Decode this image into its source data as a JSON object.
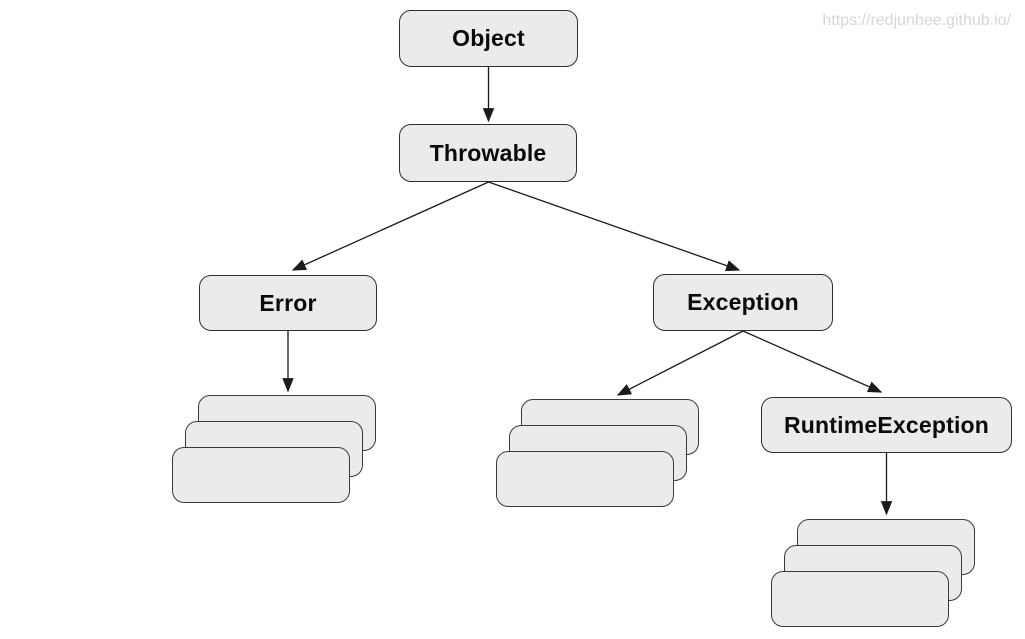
{
  "watermark": {
    "text": "https://redjunhee.github.io/"
  },
  "diagram": {
    "type": "class-hierarchy-tree",
    "nodes": {
      "object": {
        "label": "Object"
      },
      "throwable": {
        "label": "Throwable"
      },
      "error": {
        "label": "Error"
      },
      "exception": {
        "label": "Exception"
      },
      "runtime_exception": {
        "label": "RuntimeException"
      }
    },
    "edges": [
      {
        "from": "Object",
        "to": "Throwable"
      },
      {
        "from": "Throwable",
        "to": "Error"
      },
      {
        "from": "Throwable",
        "to": "Exception"
      },
      {
        "from": "Error",
        "to": "error-subclasses-stack"
      },
      {
        "from": "Exception",
        "to": "exception-subclasses-stack"
      },
      {
        "from": "Exception",
        "to": "RuntimeException"
      },
      {
        "from": "RuntimeException",
        "to": "runtime-exception-subclasses-stack"
      }
    ],
    "stacks": [
      {
        "parent": "Error",
        "card_count": 3,
        "labels": [
          "",
          "",
          ""
        ]
      },
      {
        "parent": "Exception",
        "card_count": 3,
        "labels": [
          "",
          "",
          ""
        ]
      },
      {
        "parent": "RuntimeException",
        "card_count": 3,
        "labels": [
          "",
          "",
          ""
        ]
      }
    ],
    "colors": {
      "background": "#ffffff",
      "node_fill": "#ebebeb",
      "node_border": "#2f2f2f",
      "node_text": "#0a0a0a",
      "edge": "#1a1a1a",
      "watermark_text": "#d6d6d6"
    }
  }
}
